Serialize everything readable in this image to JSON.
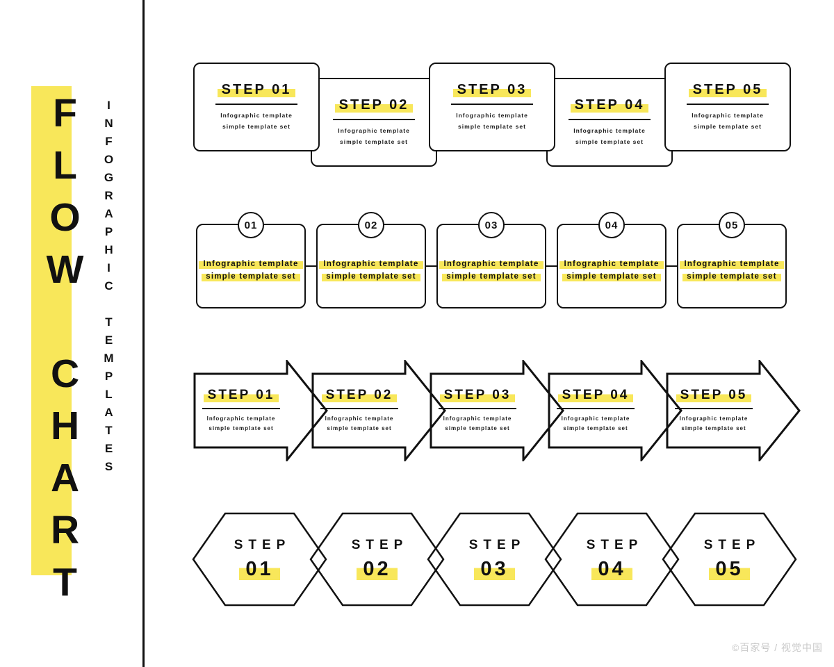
{
  "colors": {
    "highlight": "#F8E75A",
    "line": "#111111"
  },
  "sidebar": {
    "title": "FLOW CHART",
    "subtitle": "INFOGRAPHIC TEMPLATES"
  },
  "common": {
    "desc_line1": "Infographic template",
    "desc_line2": "simple template set"
  },
  "row_cards": {
    "titles": [
      "STEP 01",
      "STEP 02",
      "STEP 03",
      "STEP 04",
      "STEP 05"
    ]
  },
  "row_numbered": {
    "numbers": [
      "01",
      "02",
      "03",
      "04",
      "05"
    ]
  },
  "row_arrows": {
    "titles": [
      "STEP 01",
      "STEP 02",
      "STEP 03",
      "STEP 04",
      "STEP 05"
    ]
  },
  "row_hexagons": {
    "word": "STEP",
    "numbers": [
      "01",
      "02",
      "03",
      "04",
      "05"
    ]
  },
  "page": {
    "watermark": "©百家号 / 视觉中国"
  }
}
